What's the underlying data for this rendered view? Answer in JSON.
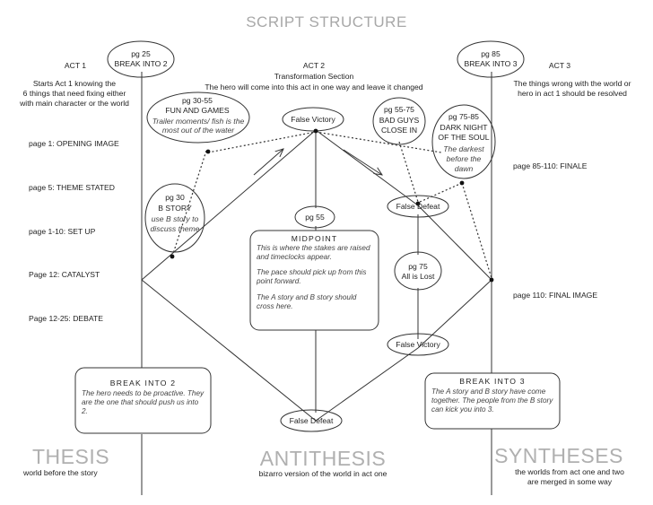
{
  "title": "SCRIPT STRUCTURE",
  "acts": {
    "act1": {
      "label": "ACT 1",
      "description": "Starts Act 1 knowing the\n6 things that need fixing either\nwith main character or the world"
    },
    "act2": {
      "label": "ACT 2",
      "subtitle": "Transformation Section",
      "description": "The hero will come into this act in one way and leave it changed"
    },
    "act3": {
      "label": "ACT 3",
      "description": "The things wrong with the world or\nhero in act 1 should be resolved"
    }
  },
  "nodes": {
    "break_into_2_top": {
      "page": "pg 25",
      "label": "BREAK INTO 2"
    },
    "break_into_3_top": {
      "page": "pg 85",
      "label": "BREAK INTO 3"
    },
    "fun_and_games": {
      "page": "pg 30-55",
      "label": "FUN AND GAMES",
      "note": "Trailer moments/ fish is the\nmost out of the water"
    },
    "false_victory_top": {
      "label": "False Victory"
    },
    "bad_guys": {
      "page": "pg 55-75",
      "label": "BAD GUYS\nCLOSE IN"
    },
    "dark_night": {
      "page": "pg 75-85",
      "label": "DARK NIGHT\nOF THE SOUL",
      "note": "The darkest\nbefore the\ndawn"
    },
    "b_story": {
      "page": "pg 30",
      "label": "B STORY",
      "note": "use B story to\ndiscuss theme"
    },
    "pg55": {
      "label": "pg 55"
    },
    "false_defeat_right": {
      "label": "False Defeat"
    },
    "all_is_lost": {
      "page": "pg 75",
      "label": "All is Lost"
    },
    "false_victory_bottom": {
      "label": "False Victory"
    },
    "false_defeat_bottom": {
      "label": "False Defeat"
    }
  },
  "left_pages": [
    "page 1:  OPENING IMAGE",
    "page 5:  THEME STATED",
    "page 1-10:   SET UP",
    "Page 12:  CATALYST",
    "Page 12-25:  DEBATE"
  ],
  "right_pages": [
    "page 85-110:  FINALE",
    "page 110:  FINAL IMAGE"
  ],
  "midpoint": {
    "heading": "MIDPOINT",
    "p1": "This is where the stakes are raised and timeclocks appear.",
    "p2": "The pace should pick up from this point forward.",
    "p3": "The A story and B story should cross here."
  },
  "box_break2": {
    "heading": "BREAK INTO 2",
    "text": "The hero needs to be proactive. They are the one that should push us into 2."
  },
  "box_break3": {
    "heading": "BREAK INTO 3",
    "text": "The A story and B story have come together. The people from the B story can kick you into 3."
  },
  "bottom": {
    "thesis": "THESIS",
    "thesis_sub": "world before the story",
    "antithesis": "ANTITHESIS",
    "antithesis_sub": "bizarro version of the world in act one",
    "syntheses": "SYNTHESES",
    "syntheses_sub": "the worlds from act one and two\nare merged in some way"
  }
}
